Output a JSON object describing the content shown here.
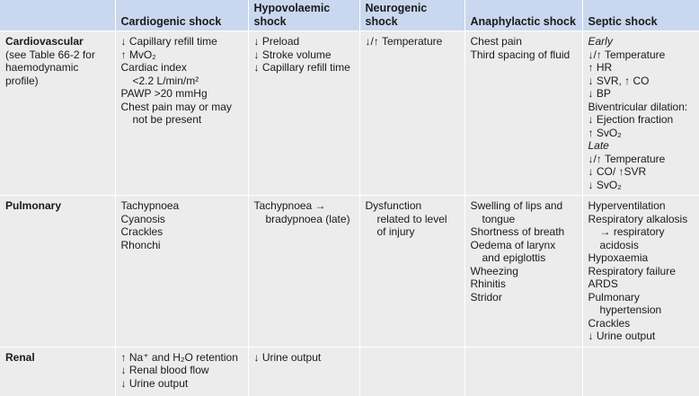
{
  "columns": [
    "",
    "Cardiogenic shock",
    "Hypovolaemic shock",
    "Neurogenic shock",
    "Anaphylactic shock",
    "Septic shock"
  ],
  "rows": [
    {
      "label": "Cardiovascular",
      "sublabel": "(see Table 66-2 for haemodynamic profile)",
      "cells": [
        [
          {
            "t": "↓ Capillary refill time"
          },
          {
            "t": "↑ MvO₂"
          },
          {
            "t": "Cardiac index"
          },
          {
            "t": "<2.2 L/min/m²",
            "ind": true
          },
          {
            "t": "PAWP >20 mmHg"
          },
          {
            "t": "Chest pain may or may"
          },
          {
            "t": "not be present",
            "ind": true
          }
        ],
        [
          {
            "t": "↓ Preload"
          },
          {
            "t": "↓ Stroke volume"
          },
          {
            "t": "↓ Capillary refill time"
          }
        ],
        [
          {
            "t": "↓/↑ Temperature"
          }
        ],
        [
          {
            "t": "Chest pain"
          },
          {
            "t": "Third spacing of fluid"
          }
        ],
        [
          {
            "t": "Early",
            "it": true
          },
          {
            "t": "↓/↑ Temperature"
          },
          {
            "t": "↑ HR"
          },
          {
            "t": "↓ SVR, ↑ CO"
          },
          {
            "t": "↓ BP"
          },
          {
            "t": "Biventricular dilation:"
          },
          {
            "t": "↓ Ejection fraction"
          },
          {
            "t": "↑ SvO₂"
          },
          {
            "t": "Late",
            "it": true
          },
          {
            "t": "↓/↑ Temperature"
          },
          {
            "t": "↓ CO/ ↑SVR"
          },
          {
            "t": "↓ SvO₂"
          }
        ]
      ]
    },
    {
      "label": "Pulmonary",
      "sublabel": "",
      "cells": [
        [
          {
            "t": "Tachypnoea"
          },
          {
            "t": "Cyanosis"
          },
          {
            "t": "Crackles"
          },
          {
            "t": "Rhonchi"
          }
        ],
        [
          {
            "t": "Tachypnoea →"
          },
          {
            "t": "bradypnoea (late)",
            "ind": true
          }
        ],
        [
          {
            "t": "Dysfunction"
          },
          {
            "t": "related to level",
            "ind": true
          },
          {
            "t": "of injury",
            "ind": true
          }
        ],
        [
          {
            "t": "Swelling of lips and"
          },
          {
            "t": "tongue",
            "ind": true
          },
          {
            "t": "Shortness of breath"
          },
          {
            "t": "Oedema of larynx"
          },
          {
            "t": "and epiglottis",
            "ind": true
          },
          {
            "t": "Wheezing"
          },
          {
            "t": "Rhinitis"
          },
          {
            "t": "Stridor"
          }
        ],
        [
          {
            "t": "Hyperventilation"
          },
          {
            "t": "Respiratory alkalosis"
          },
          {
            "t": "→ respiratory",
            "ind": true
          },
          {
            "t": "acidosis",
            "ind": true
          },
          {
            "t": "Hypoxaemia"
          },
          {
            "t": "Respiratory failure"
          },
          {
            "t": "ARDS"
          },
          {
            "t": "Pulmonary"
          },
          {
            "t": "hypertension",
            "ind": true
          },
          {
            "t": "Crackles"
          },
          {
            "t": "↓ Urine output"
          }
        ]
      ]
    },
    {
      "label": "Renal",
      "sublabel": "",
      "cells": [
        [
          {
            "t": "↑ Na⁺ and H₂O retention"
          },
          {
            "t": "↓ Renal blood flow"
          },
          {
            "t": "↓ Urine output"
          }
        ],
        [
          {
            "t": "↓ Urine output"
          }
        ],
        [],
        [],
        []
      ]
    }
  ]
}
